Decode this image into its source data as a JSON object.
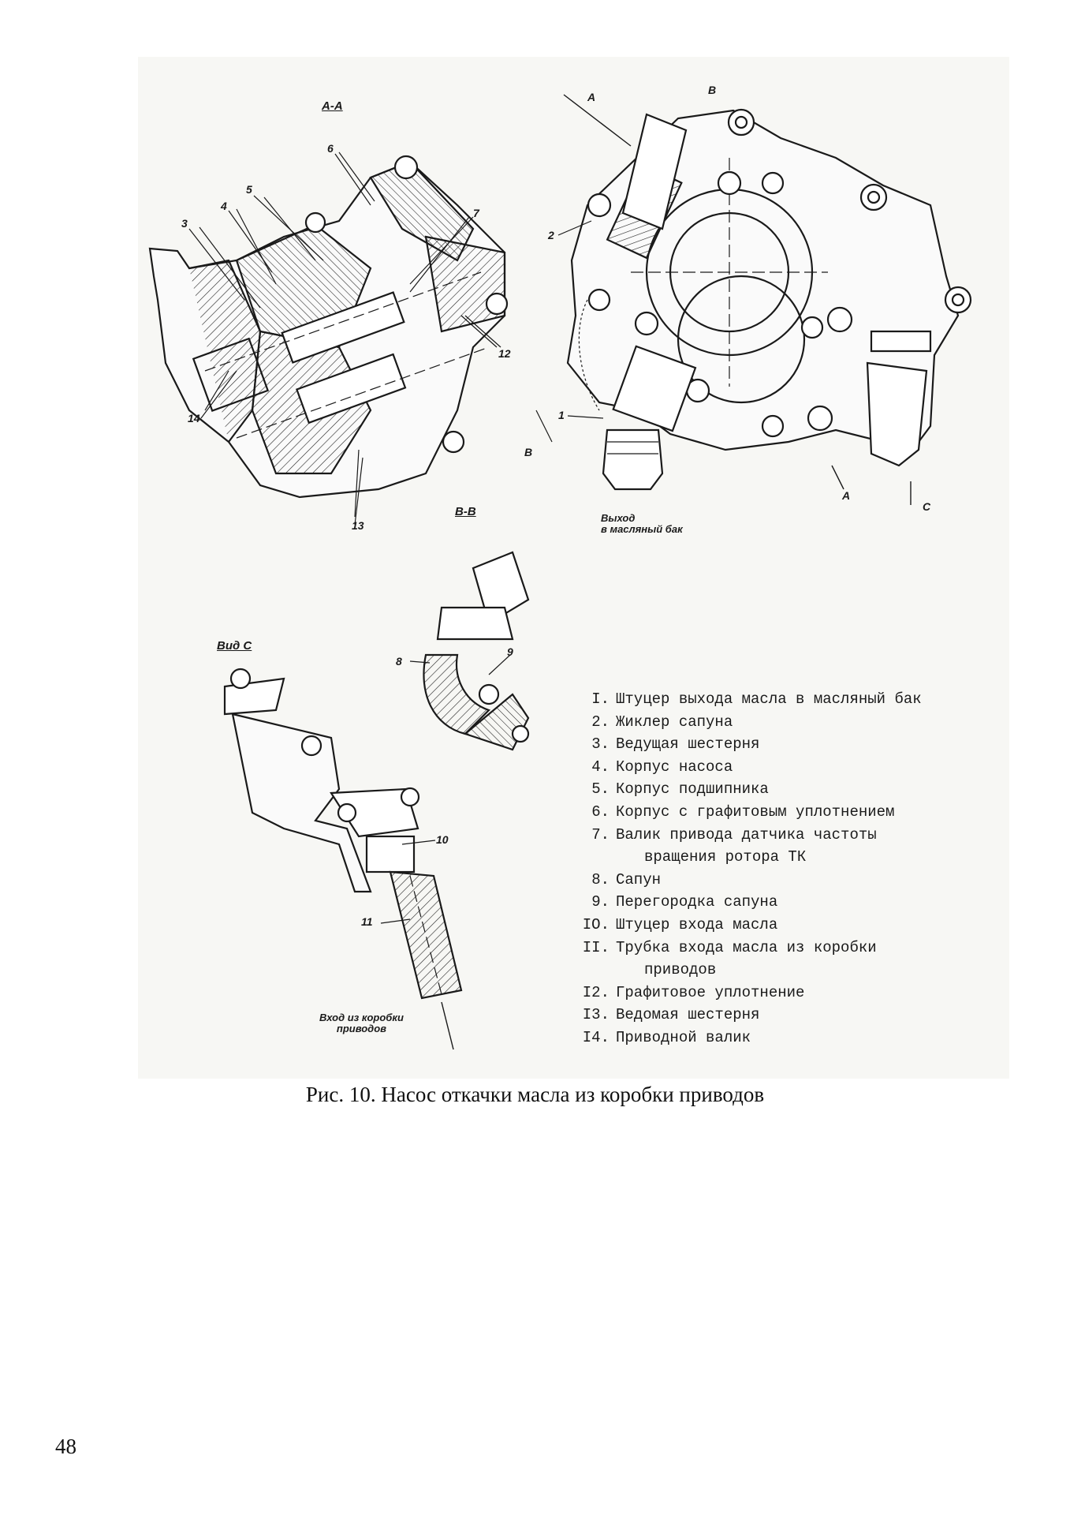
{
  "figure": {
    "section_aa": "А-А",
    "section_bb": "В-В",
    "view_c": "Вид С",
    "cut_a": "А",
    "cut_b": "В",
    "cut_c": "С",
    "outlet_note_1": "Выход",
    "outlet_note_2": "в масляный бак",
    "inlet_note_1": "Вход из коробки",
    "inlet_note_2": "приводов",
    "callouts": [
      "1",
      "2",
      "3",
      "4",
      "5",
      "6",
      "7",
      "8",
      "9",
      "10",
      "11",
      "12",
      "13",
      "14"
    ]
  },
  "legend": [
    {
      "num": "I.",
      "text": "Штуцер выхода масла в масляный бак"
    },
    {
      "num": "2.",
      "text": "Жиклер сапуна"
    },
    {
      "num": "3.",
      "text": "Ведущая шестерня"
    },
    {
      "num": "4.",
      "text": "Корпус насоса"
    },
    {
      "num": "5.",
      "text": "Корпус подшипника"
    },
    {
      "num": "6.",
      "text": "Корпус с графитовым уплотнением"
    },
    {
      "num": "7.",
      "text": "Валик привода датчика частоты"
    },
    {
      "num": "",
      "text": "вращения ротора ТК"
    },
    {
      "num": "8.",
      "text": "Сапун"
    },
    {
      "num": "9.",
      "text": "Перегородка сапуна"
    },
    {
      "num": "IO.",
      "text": "Штуцер входа масла"
    },
    {
      "num": "II.",
      "text": "Трубка входа масла из коробки"
    },
    {
      "num": "",
      "text": "приводов"
    },
    {
      "num": "I2.",
      "text": "Графитовое уплотнение"
    },
    {
      "num": "I3.",
      "text": "Ведомая шестерня"
    },
    {
      "num": "I4.",
      "text": "Приводной валик"
    }
  ],
  "caption": "Рис. 10. Насос откачки масла из коробки приводов",
  "page_number": "48"
}
